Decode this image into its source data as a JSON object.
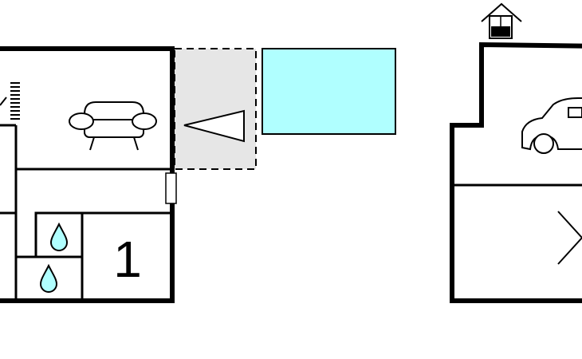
{
  "floorplan": {
    "rooms": [
      {
        "id": "living-room",
        "icon": "sofa-icon"
      },
      {
        "id": "hallway",
        "icon": ""
      },
      {
        "id": "bathroom-upper",
        "icon": "water-drop-icon"
      },
      {
        "id": "bathroom-lower",
        "icon": "water-drop-icon"
      },
      {
        "id": "bedroom",
        "number_label": "1"
      },
      {
        "id": "terrace",
        "icon": "covered-terrace"
      },
      {
        "id": "pool",
        "icon": "pool-icon"
      },
      {
        "id": "garage",
        "icon": "car-icon"
      },
      {
        "id": "annex-room",
        "icon": "bed-icon"
      }
    ],
    "bedroom_number": "1",
    "extra_icons": [
      "fireplace-icon",
      "well-icon",
      "entrance-arrow-icon"
    ],
    "colors": {
      "wall": "#000000",
      "pool_fill": "#b0ffff",
      "terrace_fill": "#e6e6e6",
      "drop_fill": "#b0ffff",
      "background": "#ffffff"
    }
  }
}
